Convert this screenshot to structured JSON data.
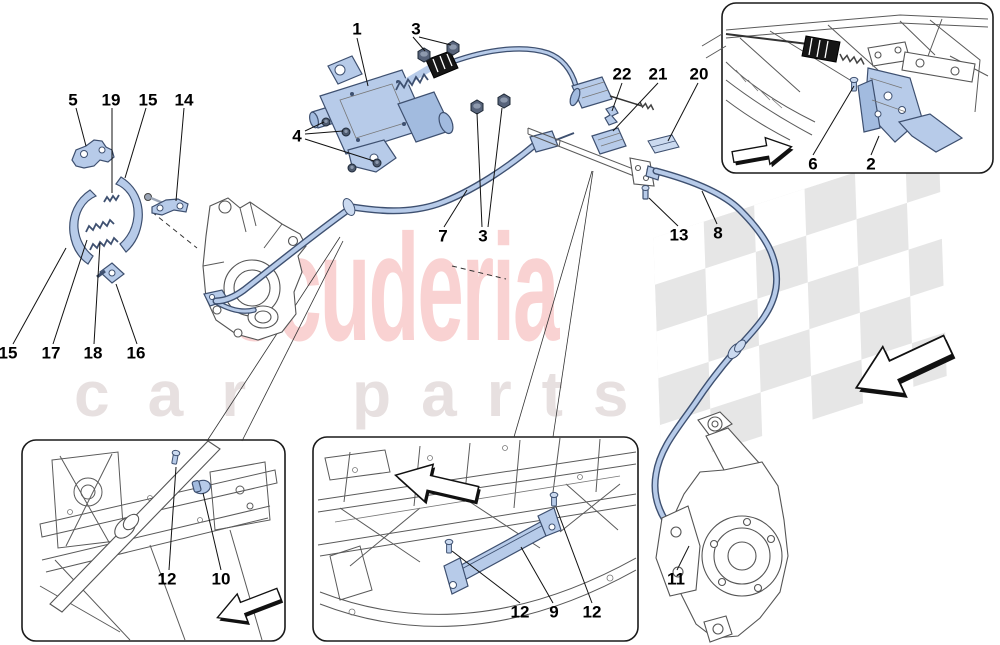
{
  "diagram": {
    "title": "parking brake control exploded parts diagram",
    "watermark": {
      "brand": "scuderia",
      "subtitle_word1": "car",
      "subtitle_word2": "parts",
      "brand_color": "#f9d2d2",
      "subtitle_color": "#e7e0e0",
      "checker_color": "#e6e6e6"
    },
    "colors": {
      "part_fill": "#b7cbe9",
      "part_stroke": "#3e5070",
      "line_art": "#555555",
      "callout_text": "#000000",
      "background": "#ffffff"
    },
    "callouts": [
      "1",
      "3",
      "5",
      "19",
      "15",
      "14",
      "4",
      "7",
      "3",
      "22",
      "21",
      "20",
      "13",
      "8",
      "6",
      "2",
      "15",
      "17",
      "18",
      "16",
      "12",
      "10",
      "12",
      "9",
      "12",
      "11"
    ]
  }
}
